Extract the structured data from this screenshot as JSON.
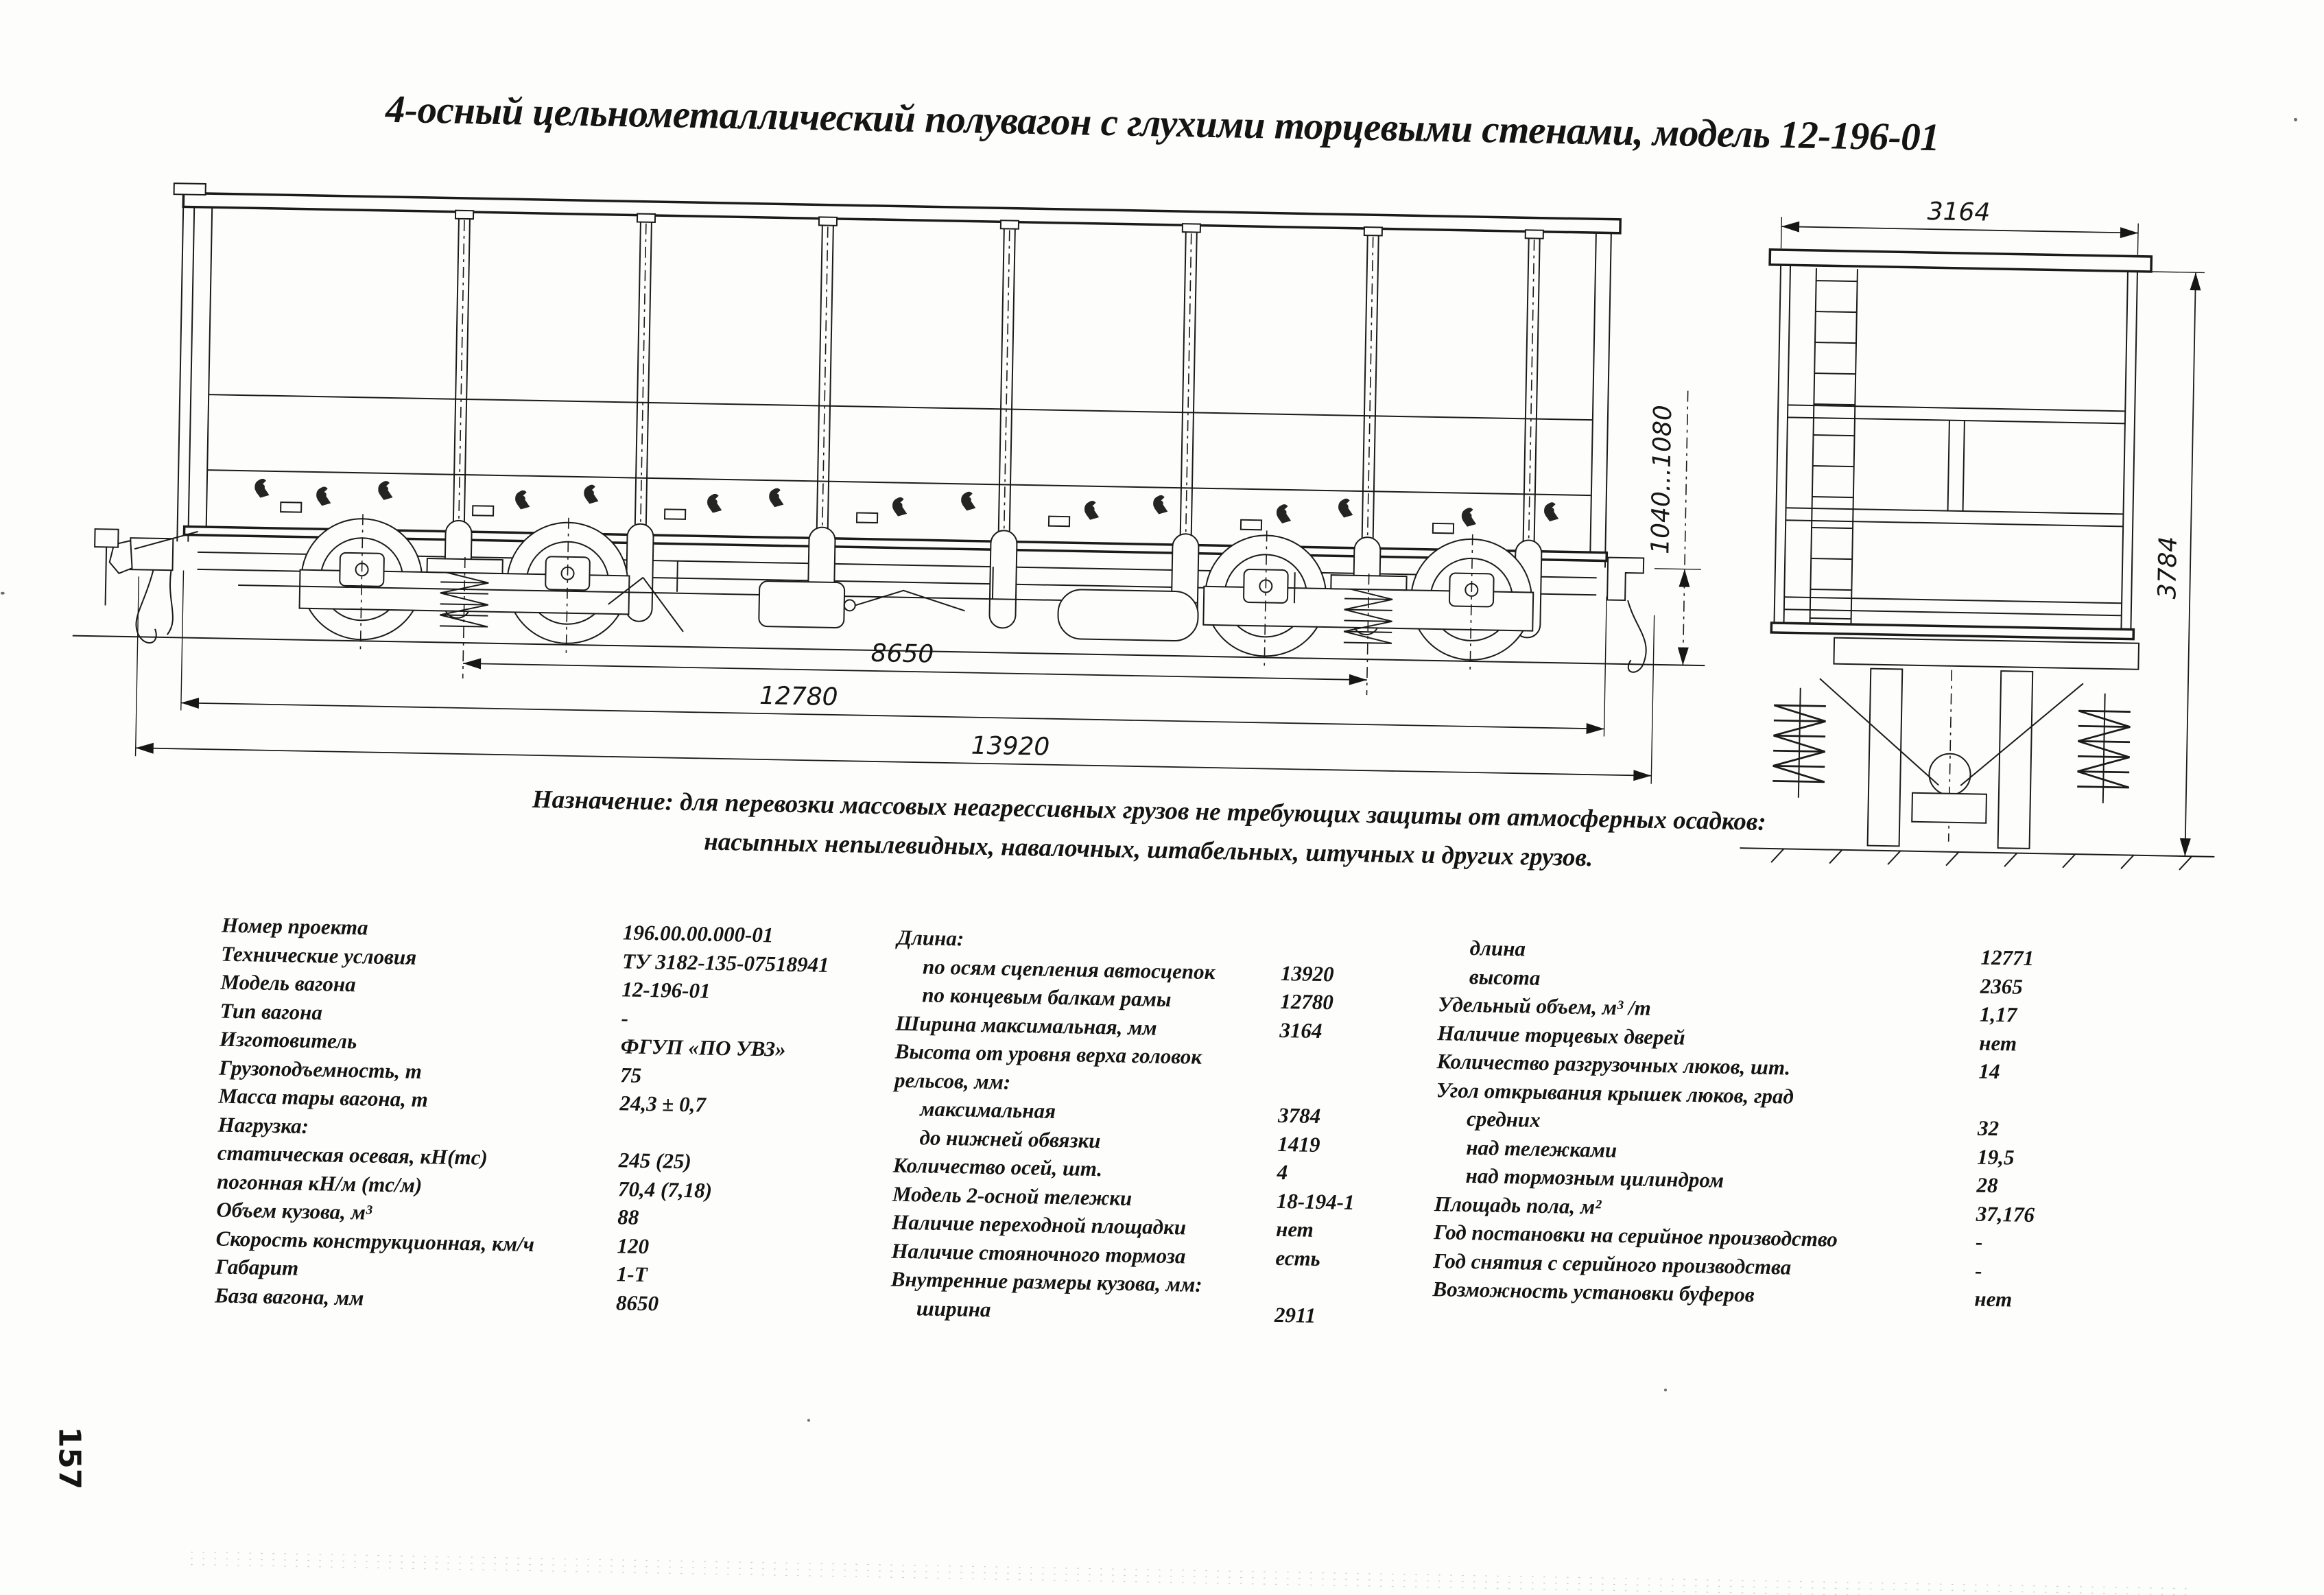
{
  "page": {
    "title": "4-осный цельнометаллический полувагон с глухими торцевыми стенами, модель 12-196-01",
    "page_number": "157",
    "purpose": {
      "line1": "Назначение: для перевозки массовых неагрессивных грузов не требующих защиты от атмосферных осадков:",
      "line2": "насыпных непылевидных, навалочных, штабельных,  штучных и других грузов."
    }
  },
  "drawing": {
    "side_view": {
      "dim_base": "8650",
      "dim_frame_length": "12780",
      "dim_coupler_length": "13920",
      "dim_coupler_height": "1040...1080"
    },
    "end_view": {
      "dim_width": "3164",
      "dim_height": "3784"
    }
  },
  "specs": {
    "col1": [
      {
        "label": "Номер проекта",
        "value": "196.00.00.000-01",
        "indent": false
      },
      {
        "label": "Технические условия",
        "value": "ТУ 3182-135-07518941",
        "indent": false
      },
      {
        "label": "Модель вагона",
        "value": "12-196-01",
        "indent": false
      },
      {
        "label": "Тип вагона",
        "value": "-",
        "indent": false
      },
      {
        "label": "Изготовитель",
        "value": "ФГУП «ПО УВЗ»",
        "indent": false
      },
      {
        "label": "Грузоподъемность, т",
        "value": "75",
        "indent": false
      },
      {
        "label": "Масса тары вагона, т",
        "value": "24,3 ± 0,7",
        "indent": false
      },
      {
        "label": "Нагрузка:",
        "value": "",
        "indent": false
      },
      {
        "label": "статическая осевая, кН(тс)",
        "value": "245 (25)",
        "indent": false
      },
      {
        "label": "погонная кН/м (тс/м)",
        "value": "70,4 (7,18)",
        "indent": false
      },
      {
        "label": "Объем кузова, м³",
        "value": "88",
        "indent": false
      },
      {
        "label": "Скорость конструкционная, км/ч",
        "value": "120",
        "indent": false
      },
      {
        "label": "Габарит",
        "value": "1-Т",
        "indent": false
      },
      {
        "label": "База вагона, мм",
        "value": "8650",
        "indent": false
      }
    ],
    "col2": [
      {
        "label": "Длина:",
        "value": "",
        "indent": false
      },
      {
        "label": "по осям сцепления автосцепок",
        "value": "13920",
        "indent": true
      },
      {
        "label": "по концевым балкам рамы",
        "value": "12780",
        "indent": true
      },
      {
        "label": "Ширина максимальная, мм",
        "value": "3164",
        "indent": false
      },
      {
        "label": "Высота от уровня верха головок",
        "value": "",
        "indent": false
      },
      {
        "label": "рельсов, мм:",
        "value": "",
        "indent": false
      },
      {
        "label": "максимальная",
        "value": "3784",
        "indent": true
      },
      {
        "label": "до нижней обвязки",
        "value": "1419",
        "indent": true
      },
      {
        "label": "Количество осей, шт.",
        "value": "4",
        "indent": false
      },
      {
        "label": "Модель 2-осной тележки",
        "value": "18-194-1",
        "indent": false
      },
      {
        "label": "Наличие переходной площадки",
        "value": "нет",
        "indent": false
      },
      {
        "label": "Наличие стояночного тормоза",
        "value": "есть",
        "indent": false
      },
      {
        "label": "Внутренние размеры кузова, мм:",
        "value": "",
        "indent": false
      },
      {
        "label": "ширина",
        "value": "2911",
        "indent": true
      }
    ],
    "col3": [
      {
        "label": "длина",
        "value": "12771",
        "indent": true
      },
      {
        "label": "высота",
        "value": "2365",
        "indent": true
      },
      {
        "label": "Удельный объем, м³ /т",
        "value": "1,17",
        "indent": false
      },
      {
        "label": "Наличие торцевых дверей",
        "value": "нет",
        "indent": false
      },
      {
        "label": "Количество разгрузочных люков, шт.",
        "value": "14",
        "indent": false
      },
      {
        "label": "Угол открывания крышек люков, град",
        "value": "",
        "indent": false
      },
      {
        "label": "средних",
        "value": "32",
        "indent": true
      },
      {
        "label": "над тележками",
        "value": "19,5",
        "indent": true
      },
      {
        "label": "над тормозным цилиндром",
        "value": "28",
        "indent": true
      },
      {
        "label": "Площадь пола, м²",
        "value": "37,176",
        "indent": false
      },
      {
        "label": "Год постановки на серийное производство",
        "value": "-",
        "indent": false
      },
      {
        "label": "Год снятия с серийного производства",
        "value": "-",
        "indent": false
      },
      {
        "label": "Возможность установки буферов",
        "value": "нет",
        "indent": false
      }
    ]
  }
}
